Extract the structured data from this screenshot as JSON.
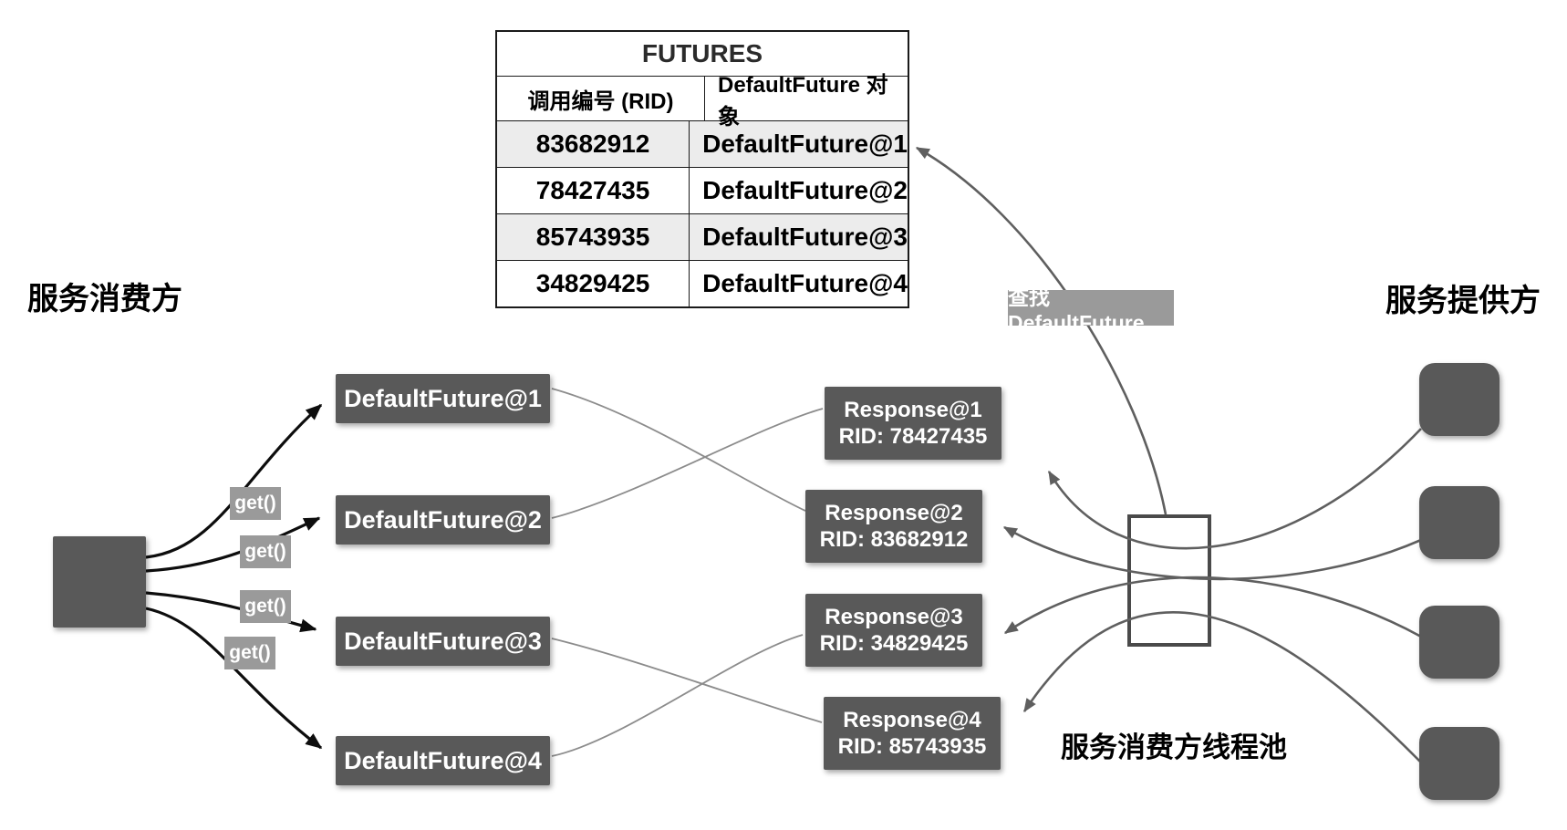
{
  "labels": {
    "consumer_title": "服务消费方",
    "provider_title": "服务提供方",
    "thread_pool_caption": "服务消费方线程池",
    "lookup_label": "查找 DefaultFuture",
    "get_label": "get()"
  },
  "futures_table": {
    "title": "FUTURES",
    "columns": [
      "调用编号 (RID)",
      "DefaultFuture 对象"
    ],
    "rows": [
      {
        "rid": "83682912",
        "future": "DefaultFuture@1"
      },
      {
        "rid": "78427435",
        "future": "DefaultFuture@2"
      },
      {
        "rid": "85743935",
        "future": "DefaultFuture@3"
      },
      {
        "rid": "34829425",
        "future": "DefaultFuture@4"
      }
    ]
  },
  "default_futures": [
    "DefaultFuture@1",
    "DefaultFuture@2",
    "DefaultFuture@3",
    "DefaultFuture@4"
  ],
  "responses": [
    {
      "title": "Response@1",
      "rid": "RID: 78427435"
    },
    {
      "title": "Response@2",
      "rid": "RID: 83682912"
    },
    {
      "title": "Response@3",
      "rid": "RID: 34829425"
    },
    {
      "title": "Response@4",
      "rid": "RID: 85743935"
    }
  ],
  "colors": {
    "dark_box": "#595959",
    "small_label_gray": "#9a9a9a",
    "table_row_shade": "#ececec",
    "black_arrow": "#0d0d0d",
    "gray_arrow": "#5f5f5f",
    "thin_link": "#8c8c8c",
    "table_border": "#1a1a1a"
  }
}
